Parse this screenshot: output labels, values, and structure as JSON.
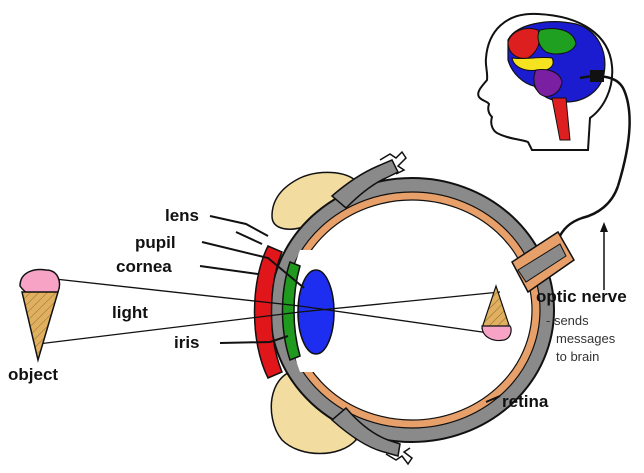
{
  "labels": {
    "lens": "lens",
    "pupil": "pupil",
    "cornea": "cornea",
    "light": "light",
    "iris": "iris",
    "object": "object",
    "optic_nerve": "optic nerve",
    "retina": "retina"
  },
  "note_lines": [
    "- sends",
    "messages",
    "to brain"
  ],
  "colors": {
    "cornea": "#e0161b",
    "iris": "#1f9a1f",
    "lens": "#1d2ef0",
    "retina_layer": "#e8a06a",
    "sclera": "#8a8a8a",
    "eyelid": "#f2dca0",
    "ice_cream": "#f7a3c6",
    "cone": "#e0b060",
    "brain_blue": "#1b1bd0",
    "brain_red": "#dd1f1f",
    "brain_green": "#20a020",
    "brain_yellow": "#f5e320",
    "brain_purple": "#7b1fa2"
  }
}
